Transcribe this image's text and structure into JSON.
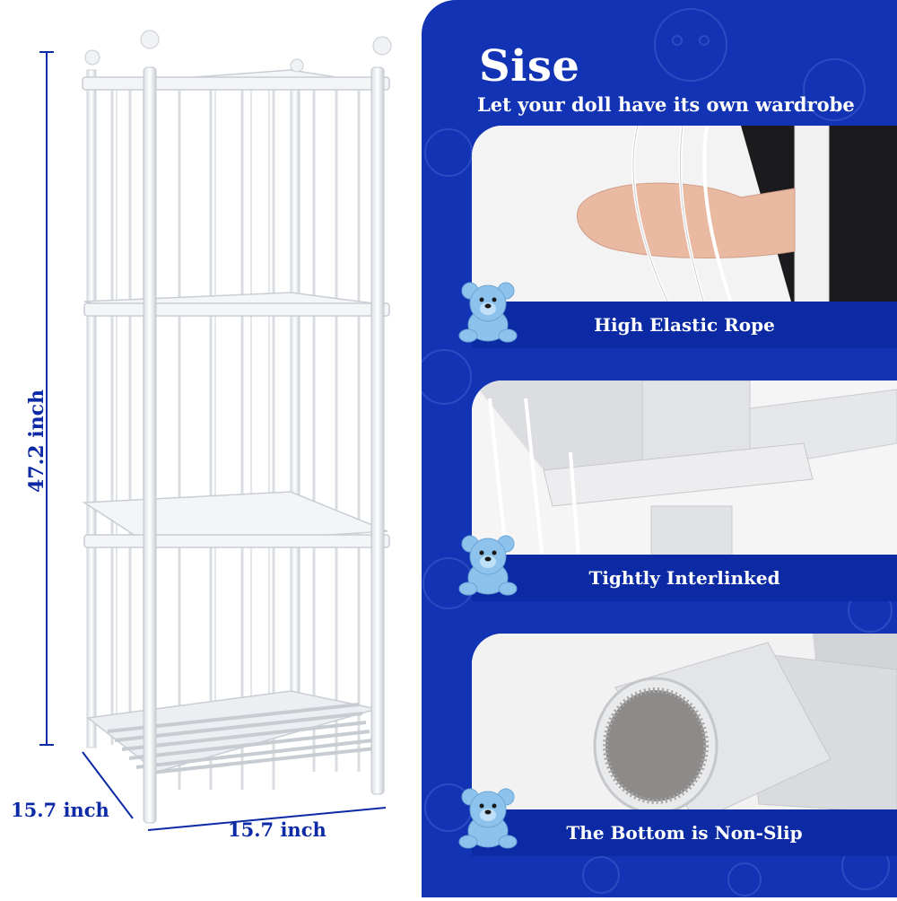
{
  "dimensions": {
    "height": "47.2 inch",
    "depth": "15.7 inch",
    "width": "15.7 inch"
  },
  "header": {
    "title": "Sise",
    "subtitle": "Let your doll have its own wardrobe"
  },
  "features": [
    {
      "label": "High Elastic Rope"
    },
    {
      "label": "Tightly Interlinked"
    },
    {
      "label": "The Bottom is Non-Slip"
    }
  ],
  "colors": {
    "brand_blue": "#1233b4",
    "banner_blue": "#0b2aa4",
    "dimension_text": "#0d2aa6",
    "bear": "#8cc2ec"
  },
  "icons": [
    "teddy-bear-icon"
  ]
}
